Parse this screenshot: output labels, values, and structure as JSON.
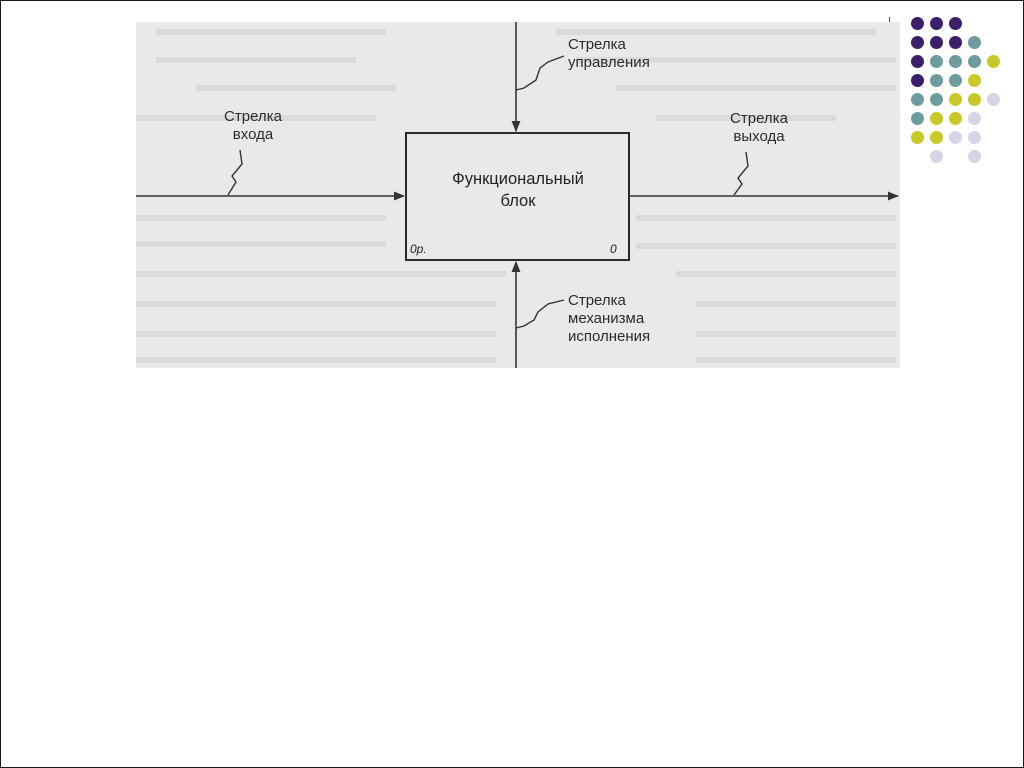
{
  "colors": {
    "purple": "#3b1f68",
    "teal": "#6e9c9e",
    "olive": "#c7c92a",
    "lavender": "#d6d4e6"
  },
  "dot_grid": {
    "rows": [
      [
        "purple",
        "purple",
        "purple",
        "",
        ""
      ],
      [
        "purple",
        "purple",
        "purple",
        "teal",
        ""
      ],
      [
        "purple",
        "teal",
        "teal",
        "teal",
        "olive"
      ],
      [
        "purple",
        "teal",
        "teal",
        "olive",
        ""
      ],
      [
        "teal",
        "teal",
        "olive",
        "olive",
        "lavender"
      ],
      [
        "teal",
        "olive",
        "olive",
        "lavender",
        ""
      ],
      [
        "olive",
        "olive",
        "lavender",
        "lavender",
        ""
      ],
      [
        "",
        "lavender",
        "",
        "lavender",
        ""
      ]
    ]
  },
  "diagram": {
    "input_label": [
      "Стрелка",
      "входа"
    ],
    "control_label": [
      "Стрелка",
      "управления"
    ],
    "output_label": [
      "Стрелка",
      "выхода"
    ],
    "mechanism_label": [
      "Стрелка",
      "механизма",
      "исполнения"
    ],
    "block_title": [
      "Функциональный",
      "блок"
    ],
    "node_code_left": "0р.",
    "node_code_right": "0"
  }
}
